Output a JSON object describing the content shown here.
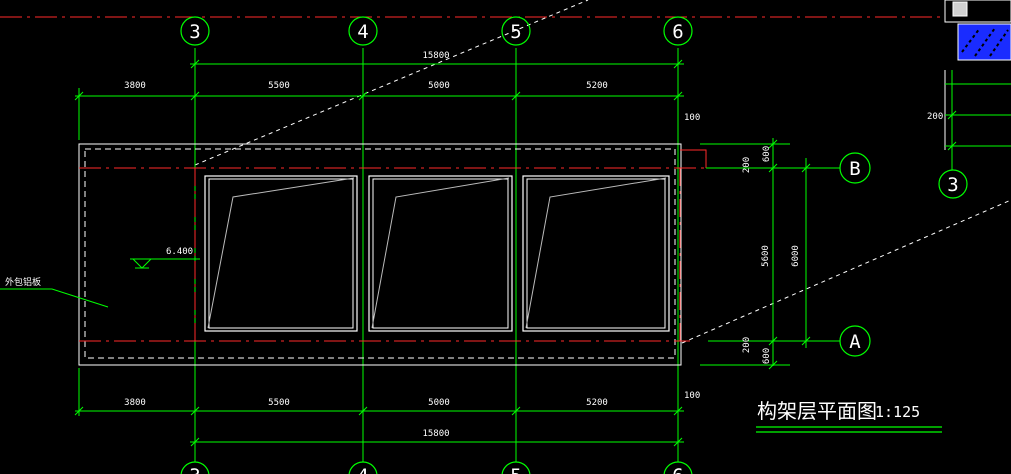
{
  "drawing": {
    "title": "构架层平面图",
    "scale": "1:125",
    "elevation": "6.400",
    "note": "外包铝板",
    "colors": {
      "background": "#000000",
      "grid": "#00ff00",
      "center": "#ff2a2a",
      "outline": "#ffffff",
      "hatch": "#1a2cff"
    }
  },
  "axes": {
    "vertical": [
      "3",
      "4",
      "5",
      "6"
    ],
    "horizontal": [
      "B",
      "A"
    ],
    "detail": "3"
  },
  "dimensions": {
    "overall": "15800",
    "top_segments": [
      "3800",
      "5500",
      "5000",
      "5200"
    ],
    "bottom_segments": [
      "3800",
      "5500",
      "5000",
      "5200"
    ],
    "right_offset_top": "100",
    "right_offset_bottom": "100",
    "right_inner": [
      "200",
      "5600",
      "200"
    ],
    "right_outer": [
      "600",
      "6000",
      "600"
    ],
    "detail_dim": "200"
  }
}
